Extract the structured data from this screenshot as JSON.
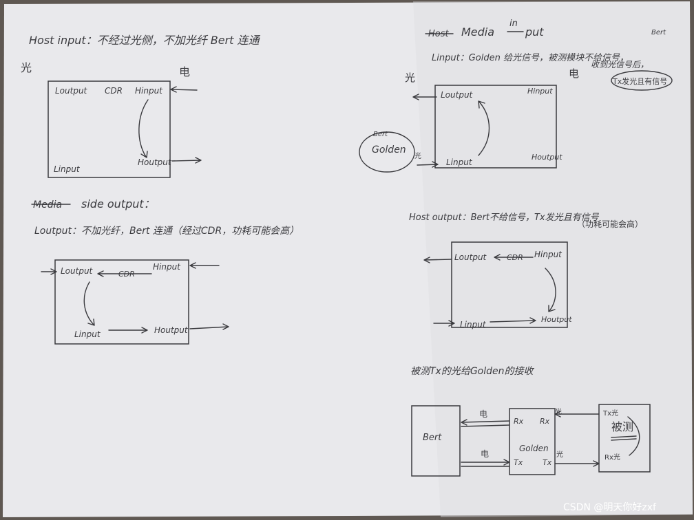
{
  "page_top_left": {
    "heading": "Host input：不经过光侧，不加光纤 Bert 连通",
    "guang": "光",
    "dian": "电",
    "lowput": "Loutput",
    "cdr": "CDR",
    "hinput": "Hinput",
    "linput": "Linput",
    "houtput": "Houtput"
  },
  "page_top_right": {
    "strike": "Host",
    "title": "Media",
    "insert": "in",
    "title_end": "put",
    "line2": "Linput：Golden 给光信号，被测模块不给信号，",
    "line2_insert": "Bert",
    "line3": "收到光信号后，",
    "bubble": "Tx发光且有信号",
    "guang": "光",
    "dian": "电",
    "lowput": "Loutput",
    "hinput": "Hinput",
    "linput": "Linput",
    "houtput": "Houtput",
    "golden": "Golden",
    "bert_small": "Bert",
    "guang_small": "光"
  },
  "page_mid_left": {
    "strike": "Media",
    "heading": "side output：",
    "line2": "Loutput：不加光纤，Bert 连通（经过CDR，功耗可能会高）",
    "lowput": "Loutput",
    "cdr": "CDR",
    "hinput": "Hinput",
    "linput": "Linput",
    "houtput": "Houtput"
  },
  "page_mid_right": {
    "heading": "Host output：Bert不给信号，Tx发光且有信号",
    "note": "（功耗可能会高）",
    "lowput": "Loutput",
    "cdr": "CDR",
    "hinput": "Hinput",
    "linput": "Linput",
    "houtput": "Houtput"
  },
  "page_bottom_right": {
    "heading": "被测Tx的光给Golden的接收",
    "bert": "Bert",
    "golden": "Golden",
    "rx1": "Rx",
    "rx2": "Rx",
    "tx1": "Tx",
    "tx2": "Tx",
    "dian1": "电",
    "dian2": "电",
    "guang1": "光",
    "guang2": "光",
    "dut_tx": "Tx光",
    "dut_label": "被测",
    "dut_rx": "Rx光"
  },
  "watermark": "CSDN @明天你好zxf"
}
